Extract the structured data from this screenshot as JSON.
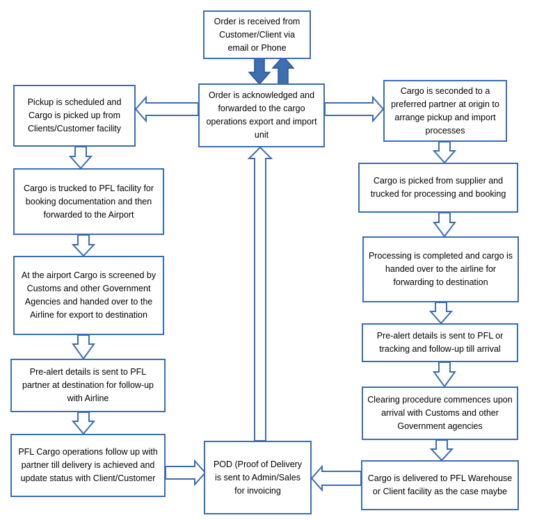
{
  "colors": {
    "box_border": "#3a6db5",
    "arrow_outline": "#3a6db5",
    "solid_arrow_fill": "#3d6fb3",
    "background": "#ffffff"
  },
  "nodes": {
    "order_received": "Order is received from Customer/Client via email or Phone",
    "order_acknowledged": "Order is acknowledged and forwarded to the cargo operations export and import unit",
    "export_pickup_scheduled": "Pickup is scheduled and Cargo is picked up from Clients/Customer facility",
    "export_trucked_to_facility": "Cargo is trucked to PFL facility for booking documentation and then forwarded to the Airport",
    "export_airport_screening": "At the airport Cargo is screened by Customs and other Government Agencies and handed over to the Airline for export to destination",
    "export_pre_alert": "Pre-alert details is sent to PFL partner at destination for follow-up with Airline",
    "export_followup_delivery": "PFL Cargo operations follow up with partner till delivery is achieved and update status with Client/Customer",
    "pod_sent": "POD (Proof of Delivery is sent to Admin/Sales for invoicing",
    "import_seconded_partner": "Cargo is seconded to a preferred partner at origin to arrange pickup and import processes",
    "import_picked_from_supplier": "Cargo is picked from supplier and trucked for processing and booking",
    "import_processing_completed": "Processing is completed and cargo is handed over to the airline for forwarding to destination",
    "import_pre_alert": "Pre-alert details is sent to PFL or tracking and follow-up till arrival",
    "import_clearing_procedure": "Clearing procedure commences upon arrival with Customs and other Government agencies",
    "import_delivered_warehouse": "Cargo is delivered to PFL Warehouse or Client facility as the case maybe"
  },
  "edges": [
    {
      "from": "order_received",
      "to": "order_acknowledged",
      "style": "solid-down"
    },
    {
      "from": "order_acknowledged",
      "to": "order_received",
      "style": "solid-up"
    },
    {
      "from": "order_acknowledged",
      "to": "export_pickup_scheduled",
      "style": "hollow"
    },
    {
      "from": "order_acknowledged",
      "to": "import_seconded_partner",
      "style": "hollow"
    },
    {
      "from": "export_pickup_scheduled",
      "to": "export_trucked_to_facility",
      "style": "hollow"
    },
    {
      "from": "export_trucked_to_facility",
      "to": "export_airport_screening",
      "style": "hollow"
    },
    {
      "from": "export_airport_screening",
      "to": "export_pre_alert",
      "style": "hollow"
    },
    {
      "from": "export_pre_alert",
      "to": "export_followup_delivery",
      "style": "hollow"
    },
    {
      "from": "export_followup_delivery",
      "to": "pod_sent",
      "style": "hollow"
    },
    {
      "from": "import_seconded_partner",
      "to": "import_picked_from_supplier",
      "style": "hollow"
    },
    {
      "from": "import_picked_from_supplier",
      "to": "import_processing_completed",
      "style": "hollow"
    },
    {
      "from": "import_processing_completed",
      "to": "import_pre_alert",
      "style": "hollow"
    },
    {
      "from": "import_pre_alert",
      "to": "import_clearing_procedure",
      "style": "hollow"
    },
    {
      "from": "import_clearing_procedure",
      "to": "import_delivered_warehouse",
      "style": "hollow"
    },
    {
      "from": "import_delivered_warehouse",
      "to": "pod_sent",
      "style": "hollow"
    },
    {
      "from": "pod_sent",
      "to": "order_acknowledged",
      "style": "hollow"
    }
  ]
}
